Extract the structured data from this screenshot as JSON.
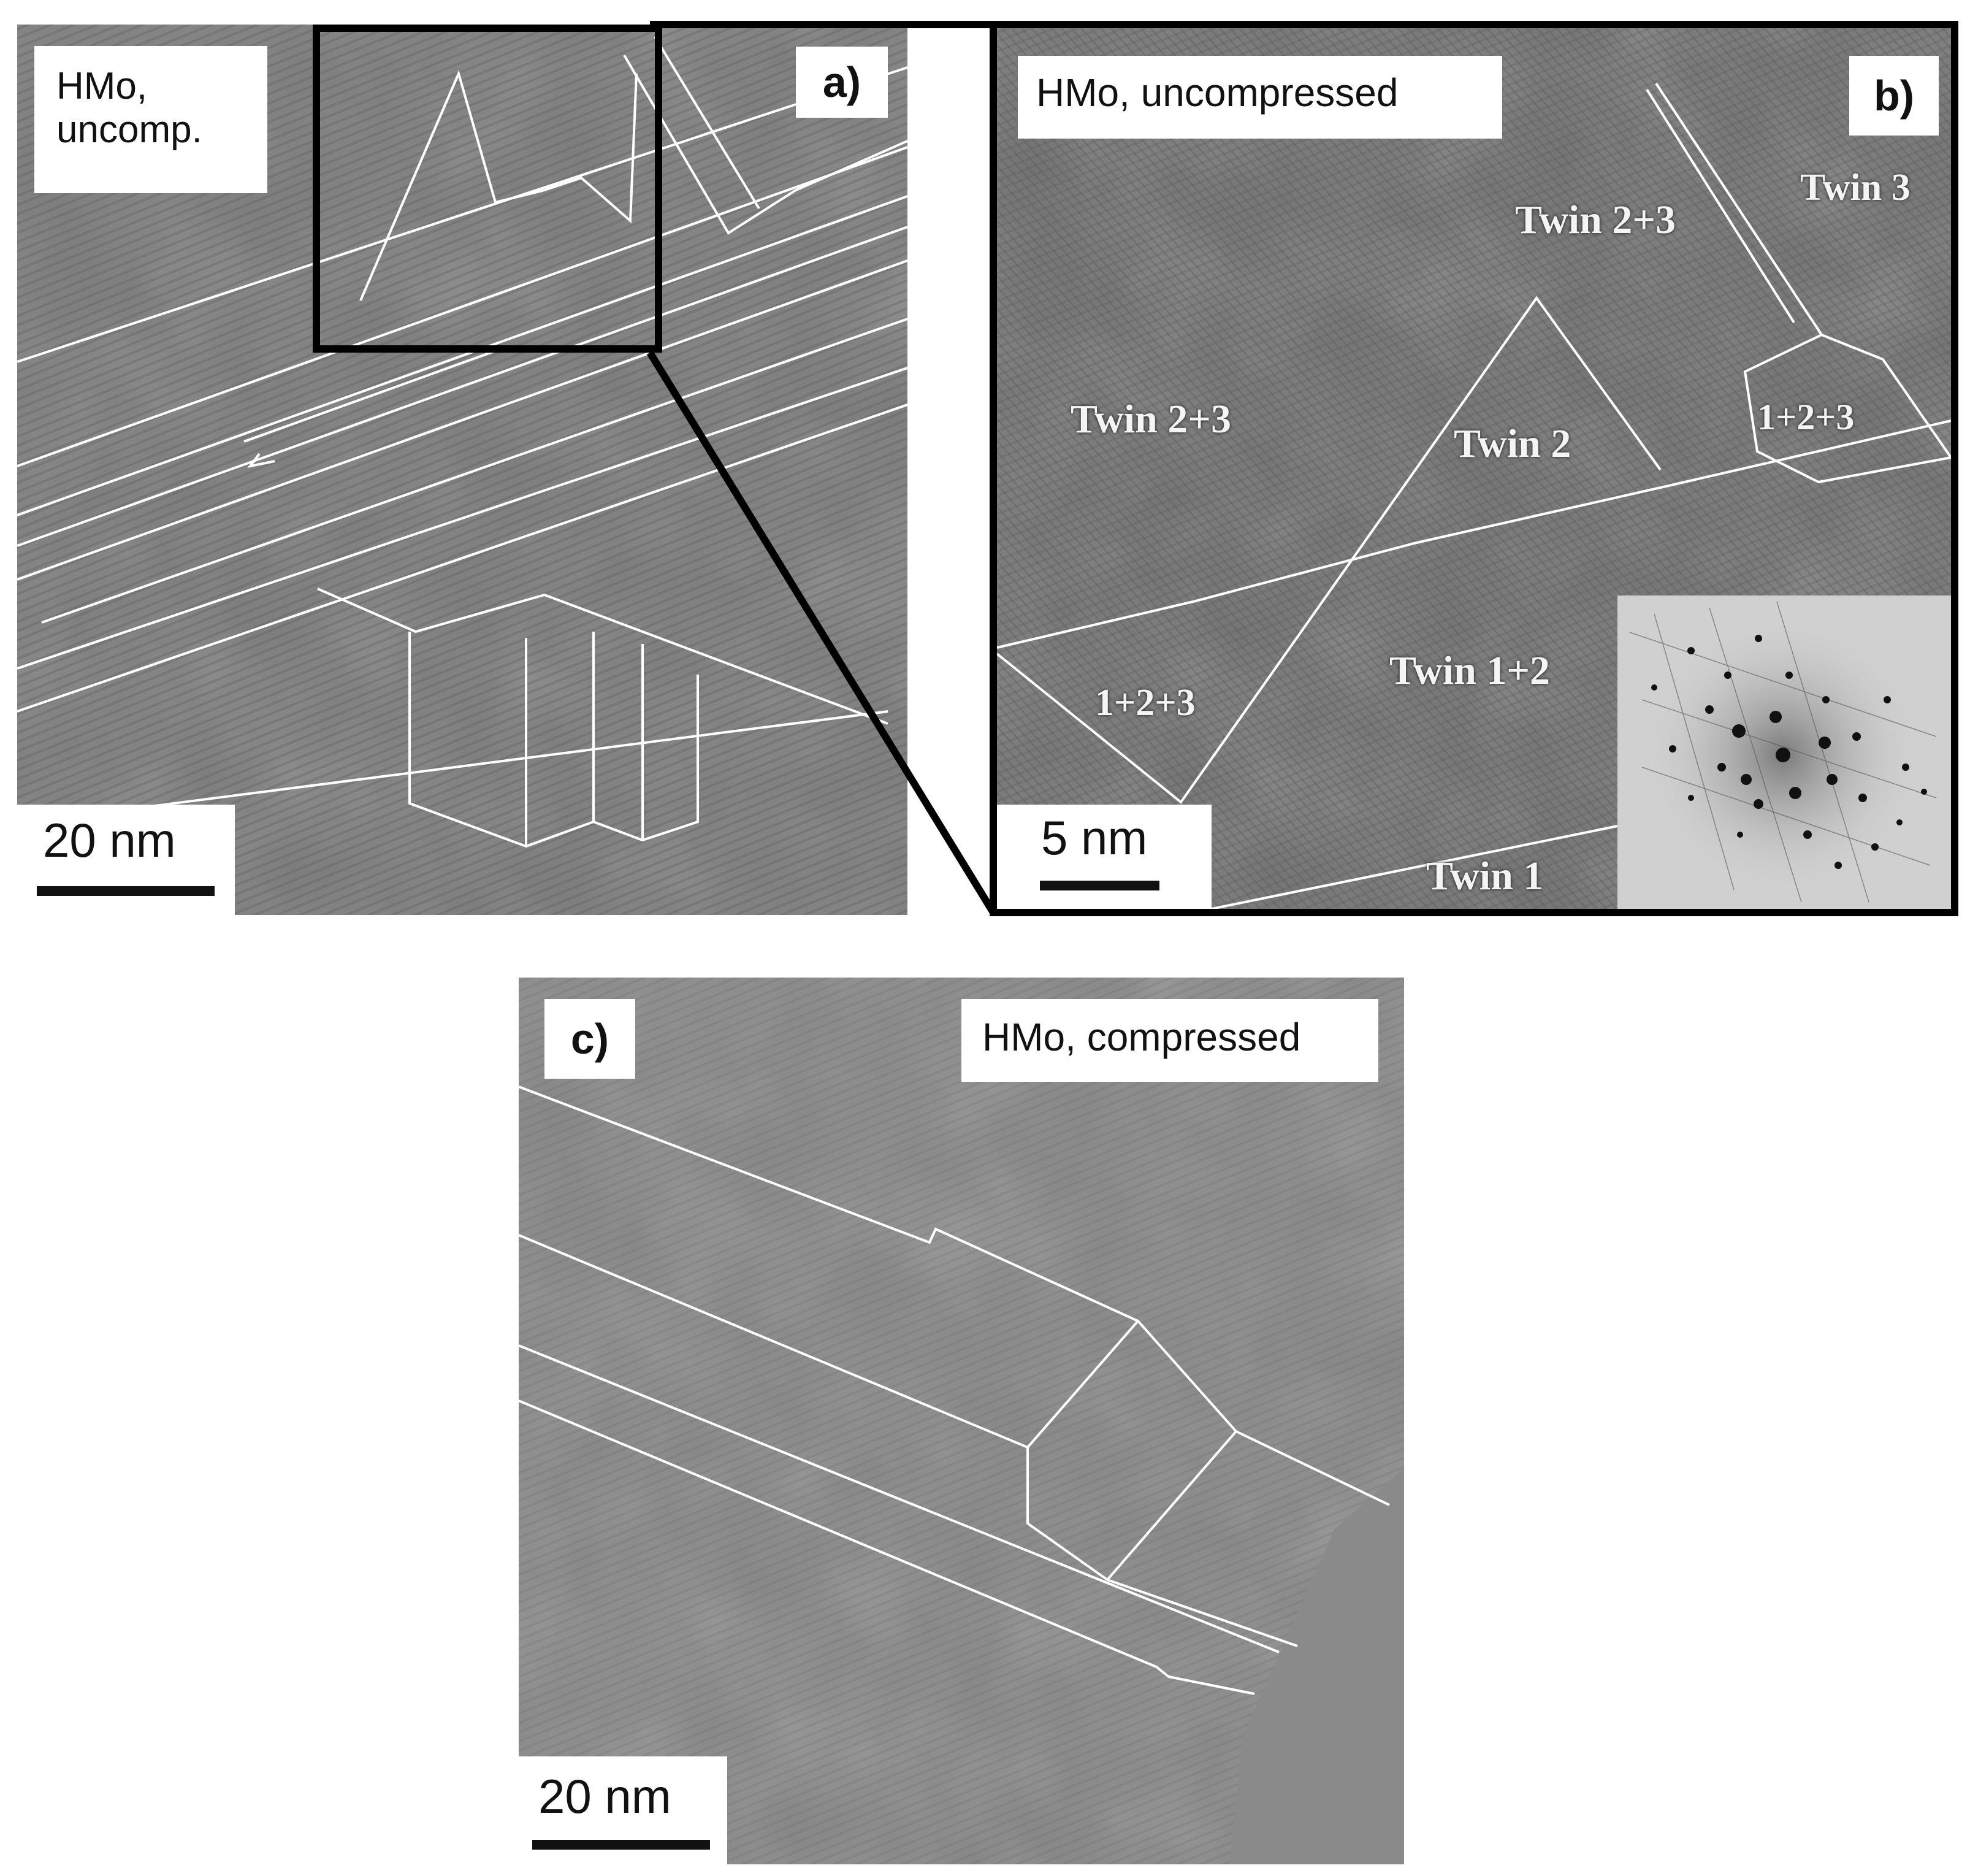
{
  "panel_a": {
    "id_label": "a)",
    "sample_label_line1": "HMo,",
    "sample_label_line2": "uncomp.",
    "scale_label": "20 nm"
  },
  "panel_b": {
    "id_label": "b)",
    "sample_label": "HMo, uncompressed",
    "scale_label": "5 nm",
    "region_labels": {
      "twin3": "Twin 3",
      "twin23_top": "Twin 2+3",
      "twin23_left": "Twin 2+3",
      "twin2": "Twin 2",
      "t123_right": "1+2+3",
      "t123_left": "1+2+3",
      "twin12": "Twin 1+2",
      "twin1": "Twin 1"
    },
    "inset": "FFT diffraction pattern"
  },
  "panel_c": {
    "id_label": "c)",
    "sample_label": "HMo, compressed",
    "scale_label": "20 nm"
  },
  "colors": {
    "micrograph_gray": "#6e6e6e",
    "boundary_lines": "#ffffff",
    "frame": "#000000"
  }
}
